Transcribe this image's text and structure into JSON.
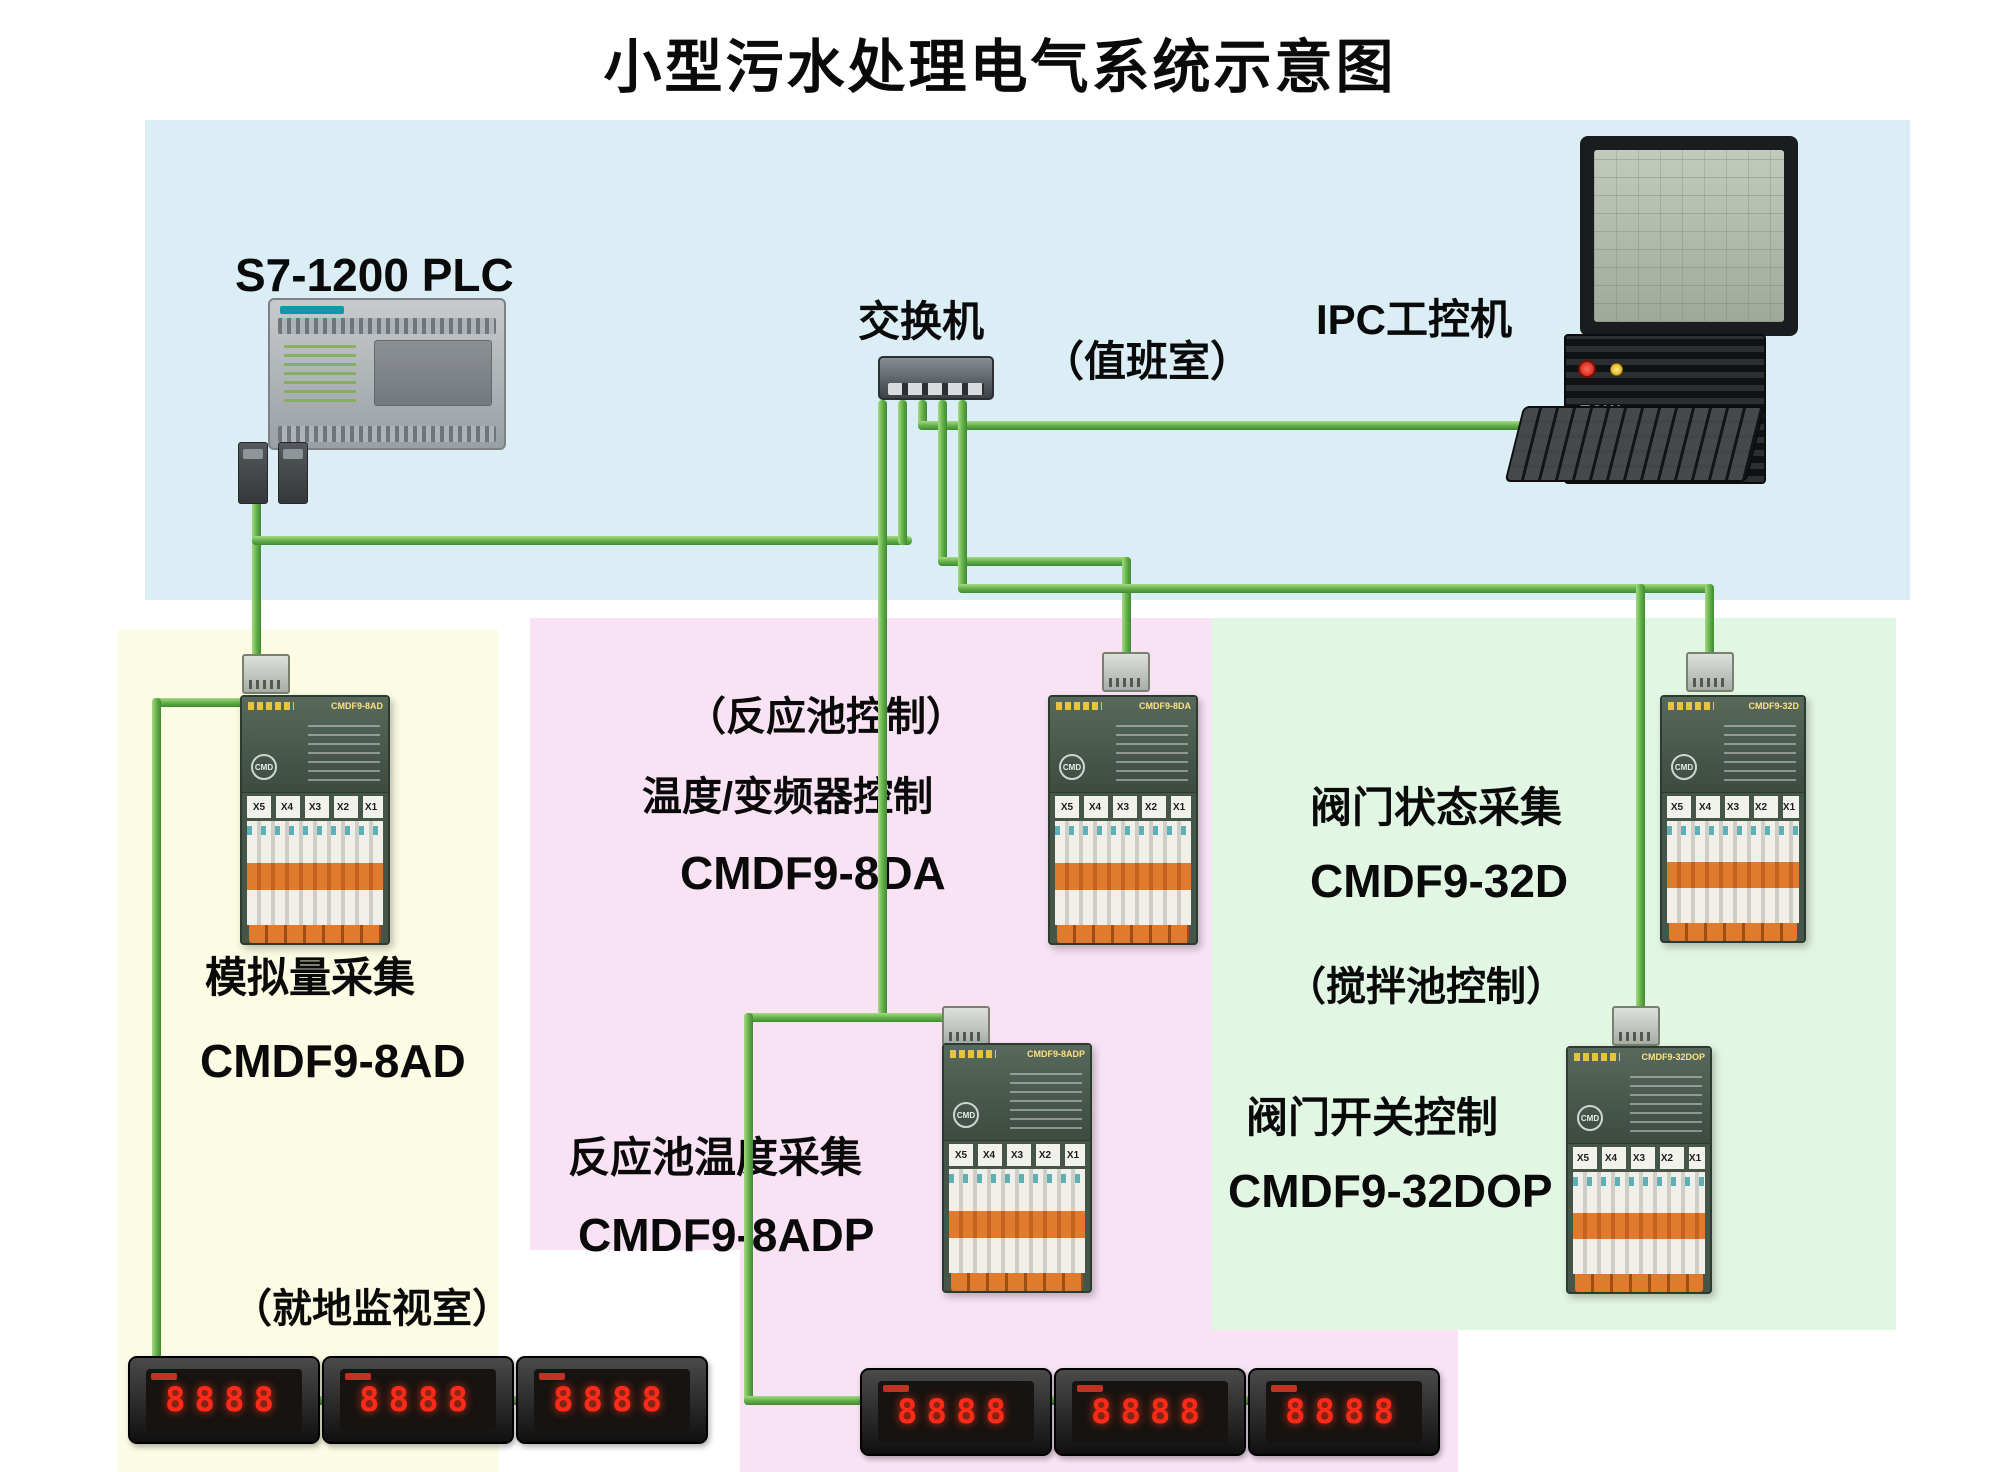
{
  "title": "小型污水处理电气系统示意图",
  "colors": {
    "panel_blue": "#dbeef6",
    "panel_yellow": "#fbfce3",
    "panel_pink": "#f8e2f4",
    "panel_green": "#e2f6e4",
    "cable_green": "#5fae47",
    "meter_digit_red": "#ff2a18"
  },
  "top": {
    "plc_label": "S7-1200  PLC",
    "switch_label": "交换机",
    "duty_room": "（值班室）",
    "ipc_label": "IPC工控机",
    "ipc_badge": "ESW"
  },
  "analog": {
    "caption": "模拟量采集",
    "model": "CMDF9-8AD",
    "room": "（就地监视室）"
  },
  "reaction": {
    "control": "（反应池控制）",
    "control2": "温度/变频器控制",
    "model1": "CMDF9-8DA",
    "caption2": "反应池温度采集",
    "model2": "CMDF9-8ADP"
  },
  "valve": {
    "caption1": "阀门状态采集",
    "model1": "CMDF9-32D",
    "mixing": "（搅拌池控制）",
    "caption2": "阀门开关控制",
    "model2": "CMDF9-32DOP"
  },
  "modules": {
    "m8ad": "CMDF9-8AD",
    "m8da": "CMDF9-8DA",
    "m8adp": "CMDF9-8ADP",
    "m32d": "CMDF9-32D",
    "m32dop": "CMDF9-32DOP",
    "logo": "CMD"
  },
  "module_terminals": "X5 X4 X3 X2 X1",
  "meter": {
    "digits": "8888"
  }
}
